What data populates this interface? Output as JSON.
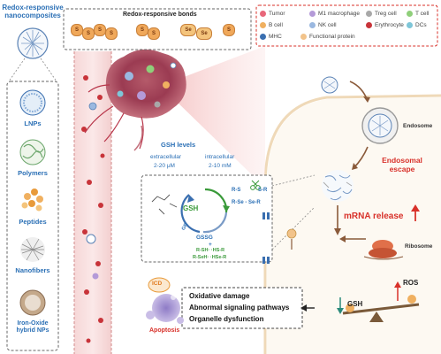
{
  "title": "Redox-responsive nanocomposites",
  "bonds_title": "Redox-responsive bonds",
  "bond_labels": [
    "S",
    "S",
    "S",
    "S",
    "S",
    "S",
    "Se",
    "Se",
    "S"
  ],
  "legend": [
    {
      "label": "Tumor",
      "color": "#e8677a"
    },
    {
      "label": "M1 macrophage",
      "color": "#b49ad8"
    },
    {
      "label": "Treg cell",
      "color": "#a8a8a8"
    },
    {
      "label": "T cell",
      "color": "#8fcf7a"
    },
    {
      "label": "B cell",
      "color": "#f0b060"
    },
    {
      "label": "NK cell",
      "color": "#9ab8e0"
    },
    {
      "label": "Erythrocyte",
      "color": "#c8343a"
    },
    {
      "label": "DCs",
      "color": "#7ec6d8"
    },
    {
      "label": "MHC",
      "color": "#3a6fb0"
    },
    {
      "label": "Functional protein",
      "color": "#f2c38a"
    }
  ],
  "carriers": [
    "LNPs",
    "Polymers",
    "Peptides",
    "Nanofibers",
    "Iron-Oxide hybrid NPs"
  ],
  "gsh": {
    "title": "GSH  levels",
    "extracellular_label": "extracellular",
    "extracellular_value": "2-20 μM",
    "intracellular_label": "intracellular",
    "intracellular_value": "2-10 mM",
    "molecule": "GSH",
    "oxidized": "GSSG",
    "gr": "GR",
    "reduced_left": "R-S",
    "reduced_right": "S-R",
    "reduced_se": "R-Se - Se-R",
    "product_1": "R-SH·  ·HS-R",
    "product_2": "R-SeH·  ·HSe-R",
    "plus": "+"
  },
  "steps": {
    "endosome": "Endosome",
    "escape": "Endosomal escape",
    "mrna": "mRNA release",
    "ribosome": "Ribosome"
  },
  "effects": {
    "icd": "ICD",
    "apoptosis": "Apoptosis",
    "lines": [
      "Oxidative damage",
      "Abnormal signaling pathways",
      "Organelle dysfunction"
    ],
    "gsh": "GSH",
    "ros": "ROS"
  },
  "colors": {
    "blue": "#2a6fb5",
    "red": "#d8312a",
    "green": "#3a9a3a"
  }
}
